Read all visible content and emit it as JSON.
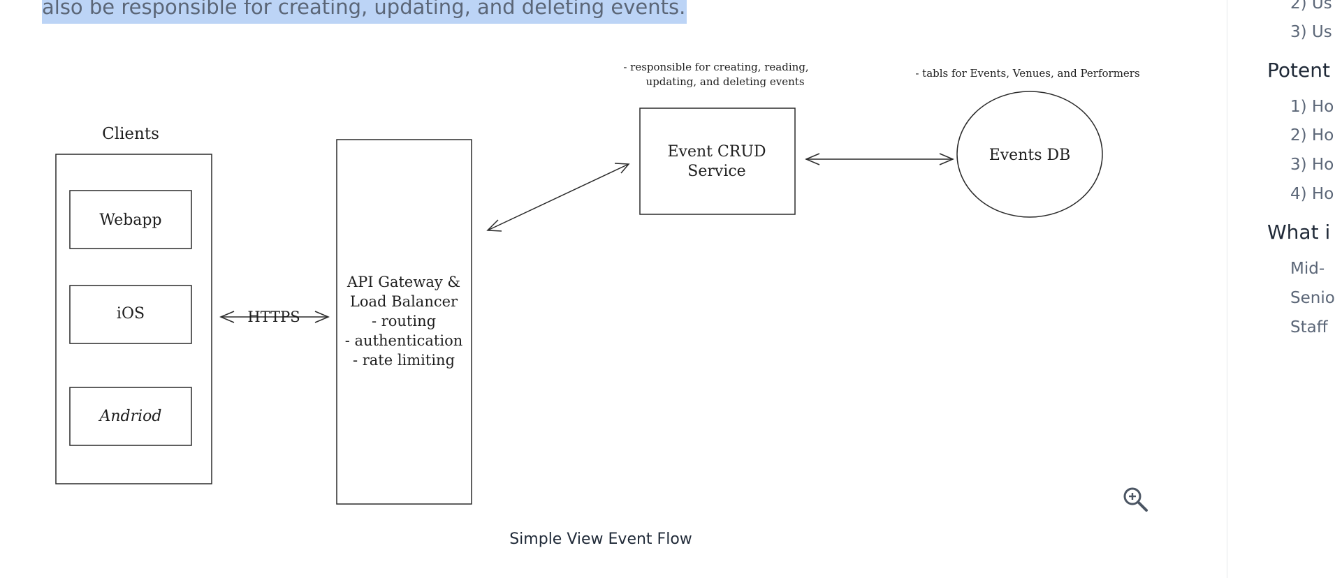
{
  "article": {
    "highlighted_text": "also be responsible for creating, updating, and deleting events."
  },
  "diagram": {
    "clients_label": "Clients",
    "client_webapp": "Webapp",
    "client_ios": "iOS",
    "client_android": "Andriod",
    "protocol_label": "HTTPS",
    "gateway_lines": [
      "API Gateway &",
      "Load Balancer",
      "- routing",
      "- authentication",
      "- rate limiting"
    ],
    "service_lines": [
      "Event CRUD",
      "Service"
    ],
    "service_note_lines": [
      "- responsible for creating, reading,",
      "updating, and deleting events"
    ],
    "db_label": "Events DB",
    "db_note": "- tabls for Events, Venues, and Performers",
    "caption": "Simple View Event Flow",
    "zoom_icon": "zoom-in-icon"
  },
  "sidebar": {
    "items_top": [
      "2) Us",
      "3) Us"
    ],
    "heading_1": "Potent",
    "items_mid": [
      "1) Ho",
      "2) Ho",
      "3) Ho",
      "4) Ho"
    ],
    "heading_2": "What i",
    "items_bottom": [
      "Mid-",
      "Senio",
      "Staff"
    ]
  },
  "colors": {
    "highlight": "#bcd4f6",
    "text_muted": "#5b6677",
    "ink": "#1e1e1e"
  }
}
